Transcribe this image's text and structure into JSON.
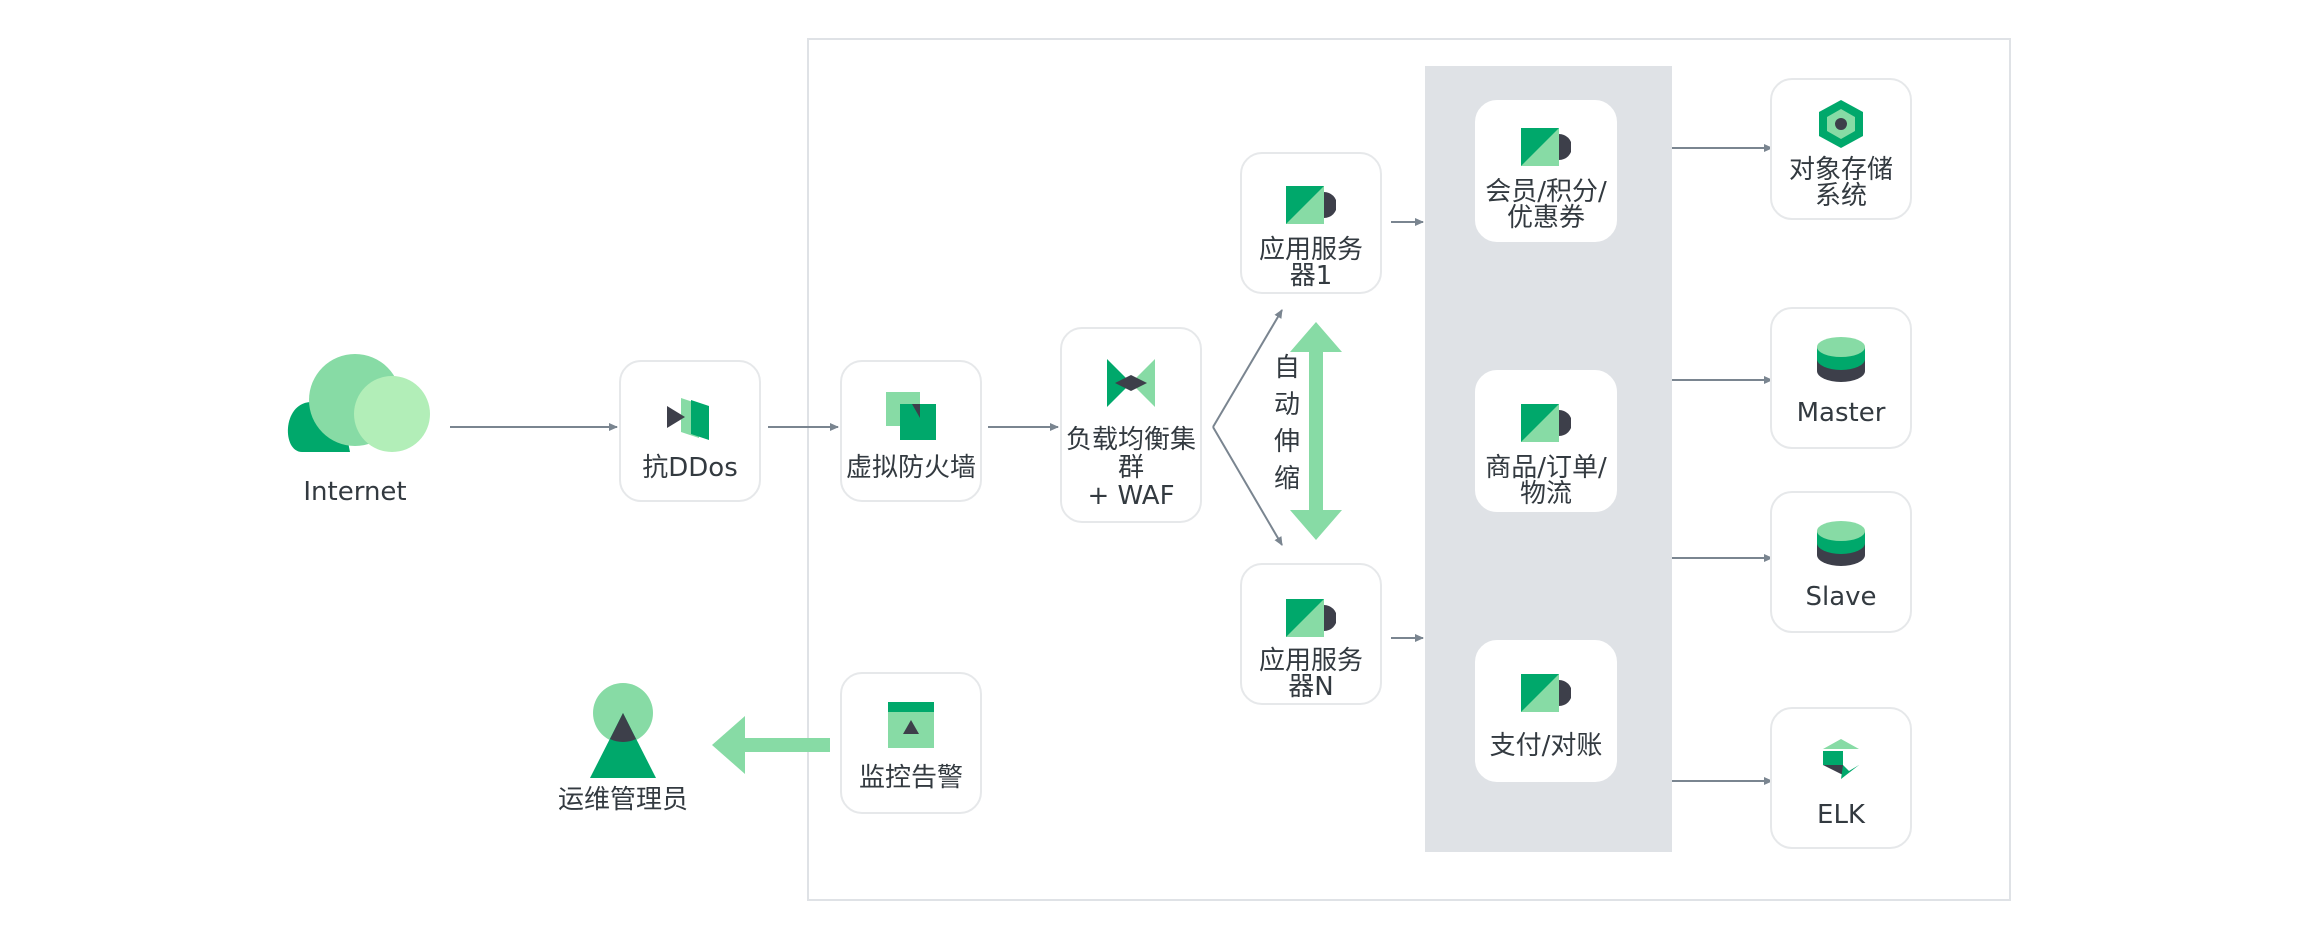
{
  "nodes": {
    "internet": {
      "label": "Internet"
    },
    "ddos": {
      "label": "抗DDos"
    },
    "firewall": {
      "label": "虚拟防火墙"
    },
    "lb": {
      "label_line1": "负载均衡集",
      "label_line2": "群",
      "label_line3": "+ WAF"
    },
    "app1": {
      "label_line1": "应用服务",
      "label_line2": "器1"
    },
    "appN": {
      "label_line1": "应用服务",
      "label_line2": "器N"
    },
    "member": {
      "label_line1": "会员/积分/",
      "label_line2": "优惠券"
    },
    "goods": {
      "label_line1": "商品/订单/",
      "label_line2": "物流"
    },
    "pay": {
      "label": "支付/对账"
    },
    "storage": {
      "label_line1": "对象存储",
      "label_line2": "系统"
    },
    "master": {
      "label": "Master"
    },
    "slave": {
      "label": "Slave"
    },
    "elk": {
      "label": "ELK"
    },
    "monitor": {
      "label": "监控告警"
    },
    "ops": {
      "label": "运维管理员"
    }
  },
  "autoscale": {
    "chars": [
      "自",
      "动",
      "伸",
      "缩"
    ]
  },
  "colors": {
    "green_dark": "#00a86b",
    "green_mid": "#87dba5",
    "green_light": "#b2eeb8",
    "icon_dark": "#3d3f4a",
    "arrow": "#7a8590",
    "panel": "#dfe2e6",
    "border": "#e6e8ea"
  }
}
